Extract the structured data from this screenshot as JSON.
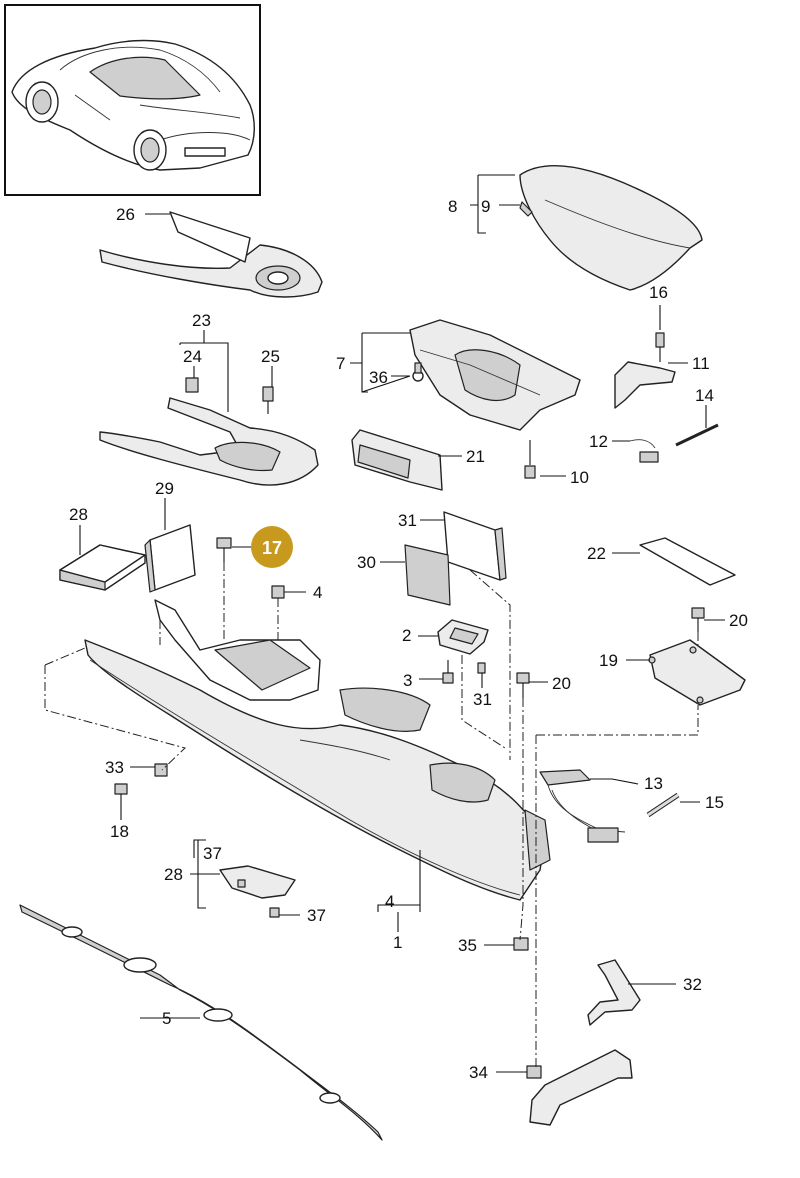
{
  "diagram": {
    "highlight_color": "#c79a1e",
    "highlighted_part": "17",
    "labels": {
      "p1": "1",
      "p2": "2",
      "p3": "3",
      "p4a": "4",
      "p4b": "4",
      "p5": "5",
      "p7": "7",
      "p8": "8",
      "p9": "9",
      "p10": "10",
      "p11": "11",
      "p12": "12",
      "p13": "13",
      "p14": "14",
      "p15": "15",
      "p16": "16",
      "p17": "17",
      "p18": "18",
      "p19": "19",
      "p20a": "20",
      "p20b": "20",
      "p21": "21",
      "p22": "22",
      "p23": "23",
      "p24": "24",
      "p25": "25",
      "p26": "26",
      "p28a": "28",
      "p28b": "28",
      "p29": "29",
      "p30": "30",
      "p31a": "31",
      "p31b": "31",
      "p32": "32",
      "p33": "33",
      "p34": "34",
      "p35": "35",
      "p36": "36",
      "p37a": "37",
      "p37b": "37"
    }
  }
}
